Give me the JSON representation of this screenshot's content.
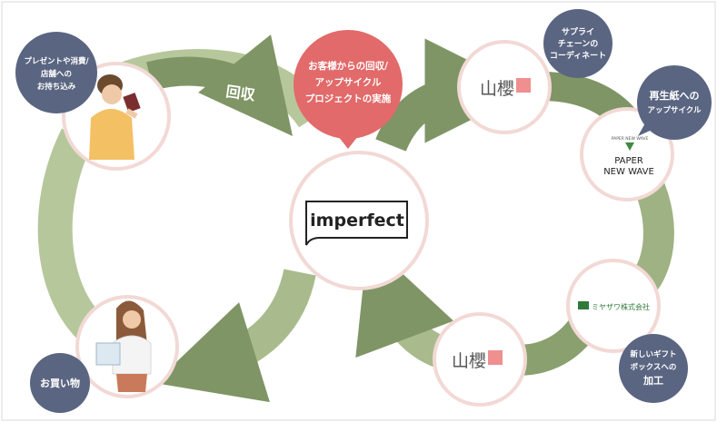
{
  "center_logo": "imperfect",
  "arrow_label": "回収",
  "bubbles": {
    "customer": [
      "お客様からの回収/",
      "アップサイクル",
      "プロジェクトの実施"
    ],
    "gift": [
      "プレゼントや消費/",
      "店舗への",
      "お持ち込み"
    ],
    "shopping": "お買い物",
    "supply": [
      "サプライ",
      "チェーンの",
      "コーディネート"
    ],
    "recycle": [
      "再生紙への",
      "アップサイクル"
    ],
    "process": [
      "新しいギフト",
      "ボックスへの",
      "加工"
    ]
  },
  "logos": {
    "yamazakura_top": "山櫻",
    "yamazakura_bottom": "山櫻",
    "paper_small": "PAPER NEW WAVE",
    "paper_line1": "PAPER",
    "paper_line2": "NEW WAVE",
    "miyazawa": "ミヤザワ株式会社"
  },
  "colors": {
    "arrow_dark": "#7f9565",
    "arrow_light": "#b7c79c",
    "bubble_slate": "#5a6581",
    "bubble_salmon": "#e26a6a",
    "node_border": "#f2d9d5",
    "yamazakura_red": "#ef8f8f",
    "miyazawa_green": "#2f7a3a"
  }
}
